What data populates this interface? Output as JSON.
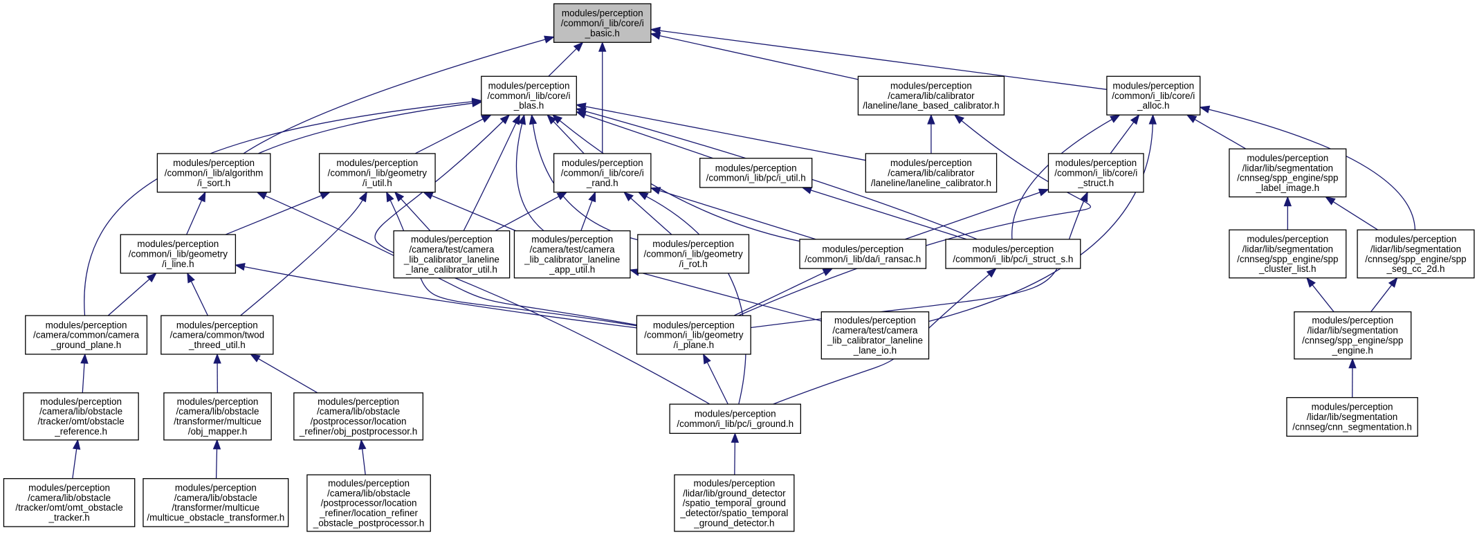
{
  "colors": {
    "edge": "#191970",
    "node_border": "#000000",
    "highlight_fill": "#bfbfbf",
    "background": "#ffffff"
  },
  "nodes": {
    "i_basic": [
      "modules/perception",
      "/common/i_lib/core/i",
      "_basic.h"
    ],
    "i_blas": [
      "modules/perception",
      "/common/i_lib/core/i",
      "_blas.h"
    ],
    "lane_based_cal": [
      "modules/perception",
      "/camera/lib/calibrator",
      "/laneline/lane_based_calibrator.h"
    ],
    "i_alloc": [
      "modules/perception",
      "/common/i_lib/core/i",
      "_alloc.h"
    ],
    "i_sort": [
      "modules/perception",
      "/common/i_lib/algorithm",
      "/i_sort.h"
    ],
    "geom_i_util": [
      "modules/perception",
      "/common/i_lib/geometry",
      "/i_util.h"
    ],
    "i_rand": [
      "modules/perception",
      "/common/i_lib/core/i",
      "_rand.h"
    ],
    "pc_i_util": [
      "modules/perception",
      "/common/i_lib/pc/i_util.h"
    ],
    "laneline_cal": [
      "modules/perception",
      "/camera/lib/calibrator",
      "/laneline/laneline_calibrator.h"
    ],
    "i_struct": [
      "modules/perception",
      "/common/i_lib/core/i",
      "_struct.h"
    ],
    "spp_label_image": [
      "modules/perception",
      "/lidar/lib/segmentation",
      "/cnnseg/spp_engine/spp",
      "_label_image.h"
    ],
    "i_line": [
      "modules/perception",
      "/common/i_lib/geometry",
      "/i_line.h"
    ],
    "lane_cal_util": [
      "modules/perception",
      "/camera/test/camera",
      "_lib_calibrator_laneline",
      "_lane_calibrator_util.h"
    ],
    "app_util": [
      "modules/perception",
      "/camera/test/camera",
      "_lib_calibrator_laneline",
      "_app_util.h"
    ],
    "i_rot": [
      "modules/perception",
      "/common/i_lib/geometry",
      "/i_rot.h"
    ],
    "i_ransac": [
      "modules/perception",
      "/common/i_lib/da/i_ransac.h"
    ],
    "i_struct_s": [
      "modules/perception",
      "/common/i_lib/pc/i_struct_s.h"
    ],
    "spp_cluster_list": [
      "modules/perception",
      "/lidar/lib/segmentation",
      "/cnnseg/spp_engine/spp",
      "_cluster_list.h"
    ],
    "spp_seg_cc_2d": [
      "modules/perception",
      "/lidar/lib/segmentation",
      "/cnnseg/spp_engine/spp",
      "_seg_cc_2d.h"
    ],
    "camera_ground_plane": [
      "modules/perception",
      "/camera/common/camera",
      "_ground_plane.h"
    ],
    "twod_threed_util": [
      "modules/perception",
      "/camera/common/twod",
      "_threed_util.h"
    ],
    "i_plane": [
      "modules/perception",
      "/common/i_lib/geometry",
      "/i_plane.h"
    ],
    "lane_io": [
      "modules/perception",
      "/camera/test/camera",
      "_lib_calibrator_laneline",
      "_lane_io.h"
    ],
    "spp_engine": [
      "modules/perception",
      "/lidar/lib/segmentation",
      "/cnnseg/spp_engine/spp",
      "_engine.h"
    ],
    "obstacle_reference": [
      "modules/perception",
      "/camera/lib/obstacle",
      "/tracker/omt/obstacle",
      "_reference.h"
    ],
    "obj_mapper": [
      "modules/perception",
      "/camera/lib/obstacle",
      "/transformer/multicue",
      "/obj_mapper.h"
    ],
    "obj_postprocessor": [
      "modules/perception",
      "/camera/lib/obstacle",
      "/postprocessor/location",
      "_refiner/obj_postprocessor.h"
    ],
    "i_ground": [
      "modules/perception",
      "/common/i_lib/pc/i_ground.h"
    ],
    "cnn_segmentation": [
      "modules/perception",
      "/lidar/lib/segmentation",
      "/cnnseg/cnn_segmentation.h"
    ],
    "omt_obstacle_tracker": [
      "modules/perception",
      "/camera/lib/obstacle",
      "/tracker/omt/omt_obstacle",
      "_tracker.h"
    ],
    "multicue_transformer": [
      "modules/perception",
      "/camera/lib/obstacle",
      "/transformer/multicue",
      "/multicue_obstacle_transformer.h"
    ],
    "location_refiner_post": [
      "modules/perception",
      "/camera/lib/obstacle",
      "/postprocessor/location",
      "_refiner/location_refiner",
      "_obstacle_postprocessor.h"
    ],
    "spatio_temporal": [
      "modules/perception",
      "/lidar/lib/ground_detector",
      "/spatio_temporal_ground",
      "_detector/spatio_temporal",
      "_ground_detector.h"
    ]
  }
}
